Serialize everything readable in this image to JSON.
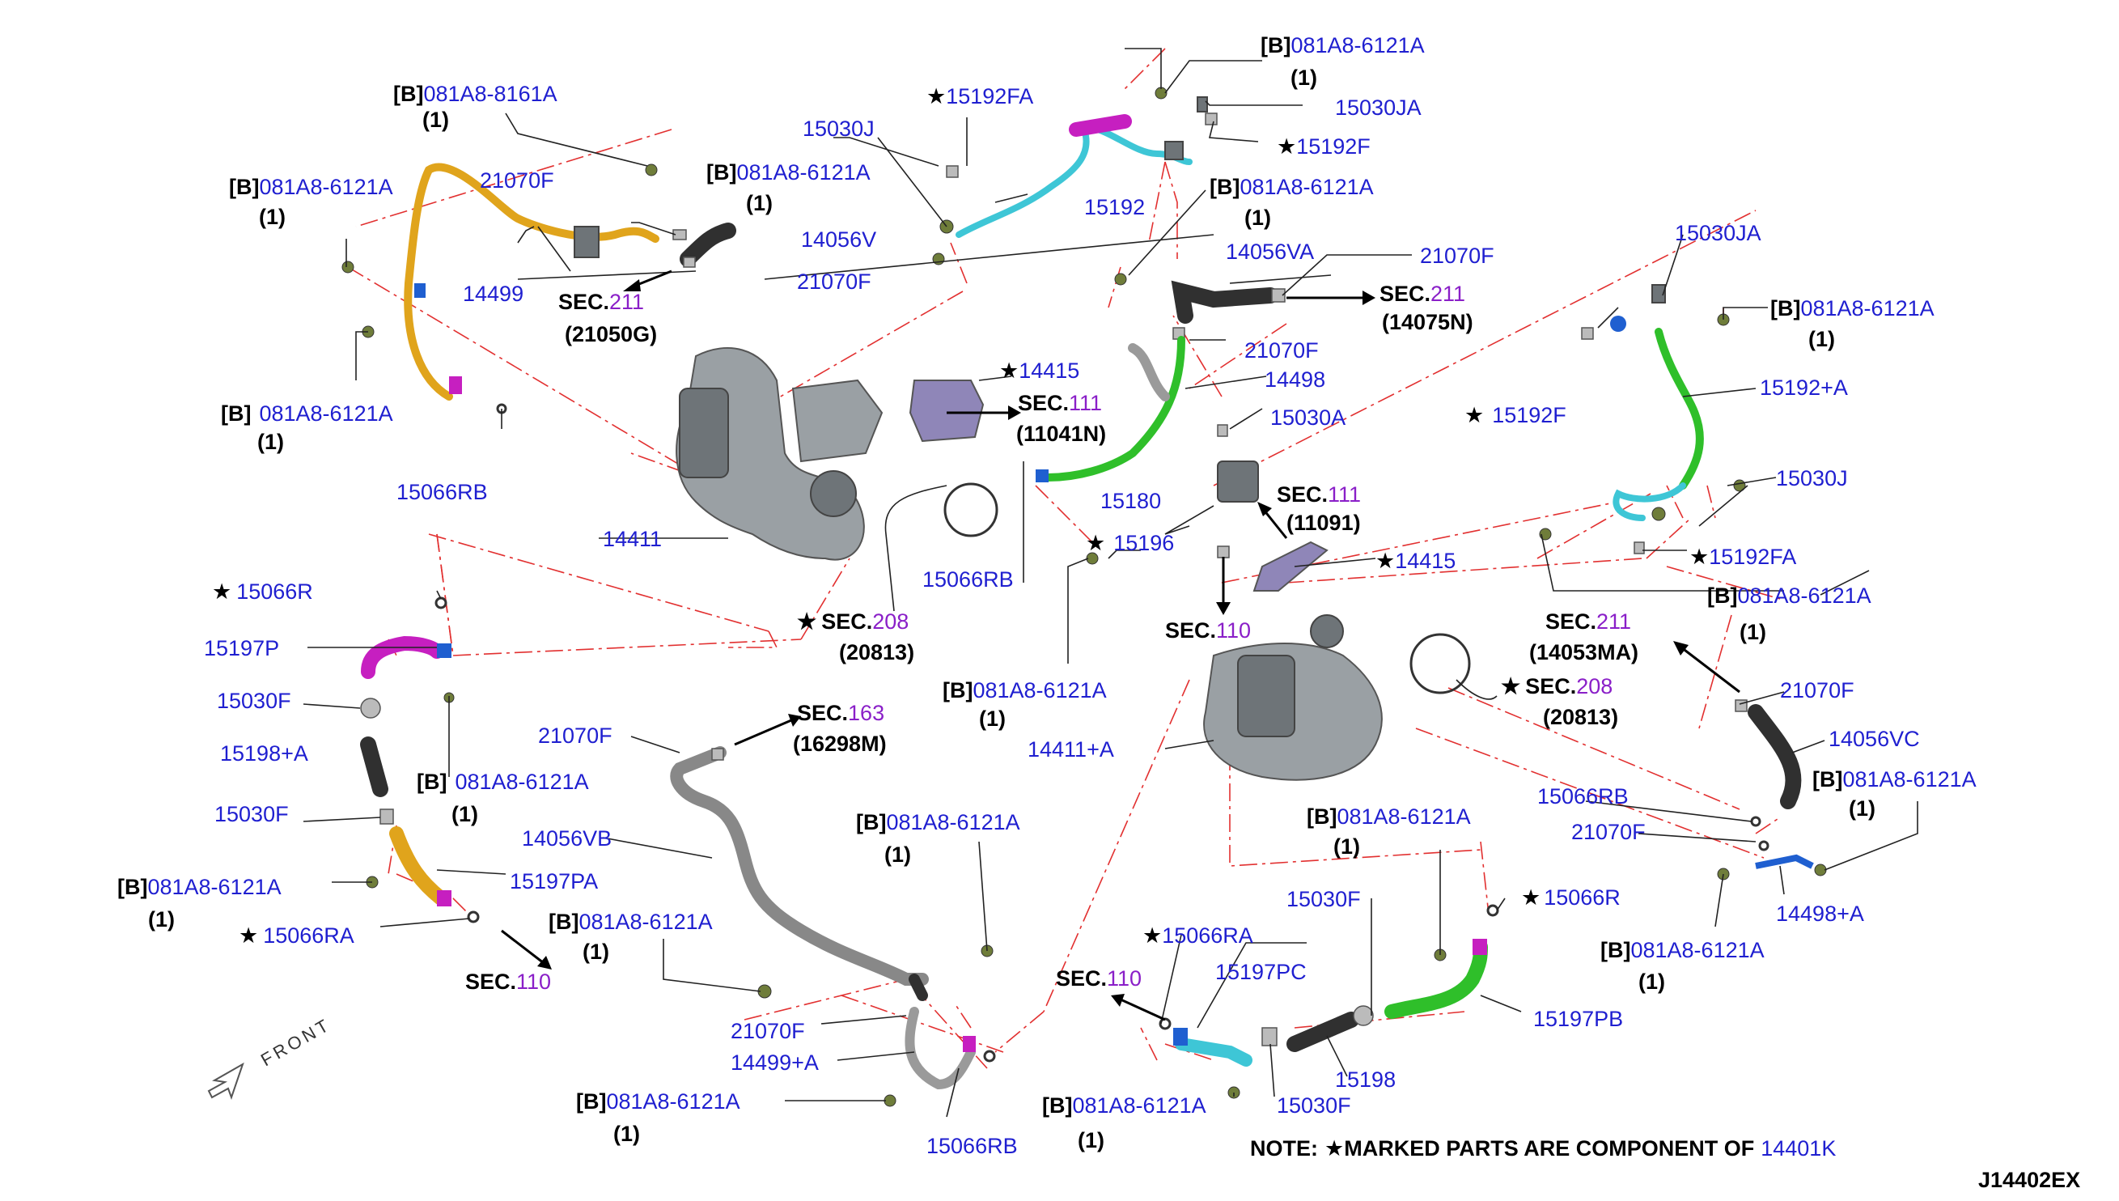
{
  "diagram_id": "J14402EX",
  "note": {
    "prefix": "NOTE:",
    "star": "★",
    "text": "MARKED PARTS ARE COMPONENT OF",
    "part": "14401K"
  },
  "front_label": "FRONT",
  "labels": [
    {
      "id": "l1",
      "b": "[B]",
      "code": "081A8-8161A",
      "qty": "(1)"
    },
    {
      "id": "l2",
      "b": "[B]",
      "code": "081A8-6121A",
      "qty": "(1)"
    },
    {
      "id": "l3",
      "b": "[B]",
      "code": "081A8-6121A",
      "qty": "(1)"
    },
    {
      "id": "l4",
      "b": "[B]",
      "code": "081A8-6121A",
      "qty": "(1)"
    },
    {
      "id": "l5",
      "b": "[B]",
      "code": "081A8-6121A",
      "qty": "(1)"
    },
    {
      "id": "l6",
      "b": "[B]",
      "code": "081A8-6121A",
      "qty": "(1)"
    },
    {
      "id": "l7",
      "b": "[B]",
      "code": "081A8-6121A",
      "qty": "(1)"
    },
    {
      "id": "l8",
      "b": "[B]",
      "code": "081A8-6121A",
      "qty": "(1)"
    },
    {
      "id": "l9",
      "b": "[B]",
      "code": "081A8-6121A",
      "qty": "(1)"
    },
    {
      "id": "l10",
      "b": "[B]",
      "code": "081A8-6121A",
      "qty": "(1)"
    },
    {
      "id": "l11",
      "b": "[B]",
      "code": "081A8-6121A",
      "qty": "(1)"
    },
    {
      "id": "l12",
      "b": "[B]",
      "code": "081A8-6121A",
      "qty": "(1)"
    },
    {
      "id": "l13",
      "b": "[B]",
      "code": "081A8-6121A",
      "qty": "(1)"
    },
    {
      "id": "l14",
      "b": "[B]",
      "code": "081A8-6121A",
      "qty": "(1)"
    },
    {
      "id": "l15",
      "b": "[B]",
      "code": "081A8-6121A",
      "qty": "(1)"
    },
    {
      "id": "l16",
      "b": "[B]",
      "code": "081A8-6121A",
      "qty": "(1)"
    },
    {
      "id": "l17",
      "b": "[B]",
      "code": "081A8-6121A",
      "qty": "(1)"
    },
    {
      "id": "l18",
      "b": "[B]",
      "code": "081A8-6121A",
      "qty": "(1)"
    }
  ],
  "parts": [
    {
      "id": "p1",
      "star": "★",
      "num": "15192FA"
    },
    {
      "id": "p2",
      "star": "",
      "num": "15030J"
    },
    {
      "id": "p3",
      "star": "",
      "num": "15030JA"
    },
    {
      "id": "p4",
      "star": "★",
      "num": "15192F"
    },
    {
      "id": "p5",
      "star": "",
      "num": "15192"
    },
    {
      "id": "p6",
      "star": "",
      "num": "21070F"
    },
    {
      "id": "p7",
      "star": "",
      "num": "14056V"
    },
    {
      "id": "p8",
      "star": "",
      "num": "21070F"
    },
    {
      "id": "p9",
      "star": "",
      "num": "14499"
    },
    {
      "id": "p10",
      "star": "",
      "num": "15066RB"
    },
    {
      "id": "p11",
      "star": "",
      "num": "14056VA"
    },
    {
      "id": "p12",
      "star": "",
      "num": "21070F"
    },
    {
      "id": "p13",
      "star": "",
      "num": "21070F"
    },
    {
      "id": "p14",
      "star": "",
      "num": "14498"
    },
    {
      "id": "p15",
      "star": "",
      "num": "15030A"
    },
    {
      "id": "p16",
      "star": "★",
      "num": "14415"
    },
    {
      "id": "p17",
      "star": "",
      "num": "14411"
    },
    {
      "id": "p18",
      "star": "",
      "num": "15066RB"
    },
    {
      "id": "p19",
      "star": "",
      "num": "15180"
    },
    {
      "id": "p20",
      "star": "★",
      "num": "15196"
    },
    {
      "id": "p21",
      "star": "★",
      "num": "14415"
    },
    {
      "id": "p22",
      "star": "",
      "num": "15030JA"
    },
    {
      "id": "p23",
      "star": "★",
      "num": "15192F"
    },
    {
      "id": "p24",
      "star": "",
      "num": "15192+A"
    },
    {
      "id": "p25",
      "star": "",
      "num": "15030J"
    },
    {
      "id": "p26",
      "star": "★",
      "num": "15192FA"
    },
    {
      "id": "p27",
      "star": "★",
      "num": "15066R"
    },
    {
      "id": "p28",
      "star": "",
      "num": "15197P"
    },
    {
      "id": "p29",
      "star": "",
      "num": "15030F"
    },
    {
      "id": "p30",
      "star": "",
      "num": "15198+A"
    },
    {
      "id": "p31",
      "star": "",
      "num": "15030F"
    },
    {
      "id": "p32",
      "star": "",
      "num": "15197PA"
    },
    {
      "id": "p33",
      "star": "★",
      "num": "15066RA"
    },
    {
      "id": "p34",
      "star": "",
      "num": "21070F"
    },
    {
      "id": "p35",
      "star": "",
      "num": "14056VB"
    },
    {
      "id": "p36",
      "star": "",
      "num": "21070F"
    },
    {
      "id": "p37",
      "star": "",
      "num": "14499+A"
    },
    {
      "id": "p38",
      "star": "",
      "num": "15066RB"
    },
    {
      "id": "p39",
      "star": "",
      "num": "14411+A"
    },
    {
      "id": "p40",
      "star": "",
      "num": "21070F"
    },
    {
      "id": "p41",
      "star": "",
      "num": "14056VC"
    },
    {
      "id": "p42",
      "star": "",
      "num": "15066RB"
    },
    {
      "id": "p43",
      "star": "",
      "num": "21070F"
    },
    {
      "id": "p44",
      "star": "",
      "num": "14498+A"
    },
    {
      "id": "p45",
      "star": "★",
      "num": "15066R"
    },
    {
      "id": "p46",
      "star": "",
      "num": "15030F"
    },
    {
      "id": "p47",
      "star": "★",
      "num": "15066RA"
    },
    {
      "id": "p48",
      "star": "",
      "num": "15197PC"
    },
    {
      "id": "p49",
      "star": "",
      "num": "15197PB"
    },
    {
      "id": "p50",
      "star": "",
      "num": "15198"
    },
    {
      "id": "p51",
      "star": "",
      "num": "15030F"
    }
  ],
  "sections": [
    {
      "id": "s1",
      "star": "",
      "prefix": "SEC.",
      "num": "211",
      "sub": "(21050G)"
    },
    {
      "id": "s2",
      "star": "",
      "prefix": "SEC.",
      "num": "211",
      "sub": "(14075N)"
    },
    {
      "id": "s3",
      "star": "",
      "prefix": "SEC.",
      "num": "111",
      "sub": "(11041N)"
    },
    {
      "id": "s4",
      "star": "",
      "prefix": "SEC.",
      "num": "111",
      "sub": "(11091)"
    },
    {
      "id": "s5",
      "star": "★",
      "prefix": "SEC.",
      "num": "208",
      "sub": "(20813)"
    },
    {
      "id": "s6",
      "star": "",
      "prefix": "SEC.",
      "num": "110",
      "sub": ""
    },
    {
      "id": "s7",
      "star": "",
      "prefix": "SEC.",
      "num": "211",
      "sub": "(14053MA)"
    },
    {
      "id": "s8",
      "star": "★",
      "prefix": "SEC.",
      "num": "208",
      "sub": "(20813)"
    },
    {
      "id": "s9",
      "star": "",
      "prefix": "SEC.",
      "num": "163",
      "sub": "(16298M)"
    },
    {
      "id": "s10",
      "star": "",
      "prefix": "SEC.",
      "num": "110",
      "sub": ""
    },
    {
      "id": "s11",
      "star": "",
      "prefix": "SEC.",
      "num": "110",
      "sub": ""
    }
  ]
}
